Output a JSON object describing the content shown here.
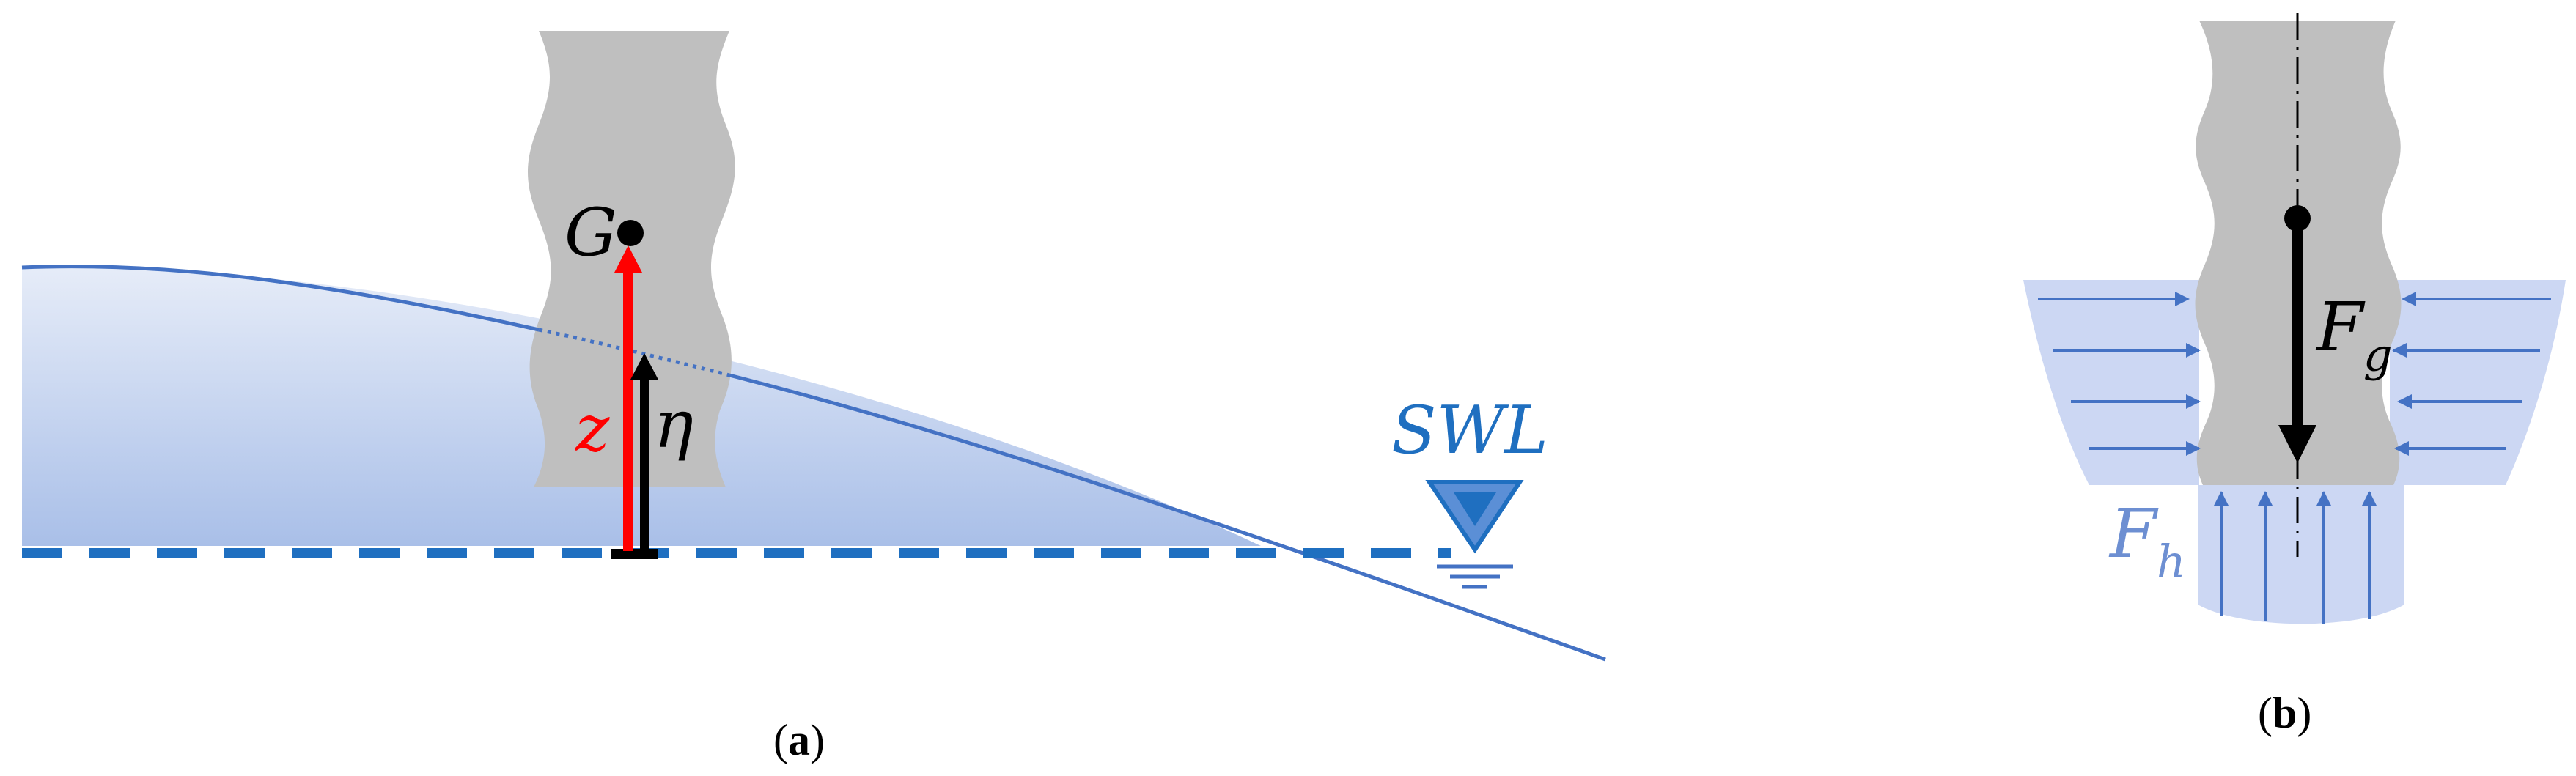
{
  "panel_a": {
    "caption_open": "(",
    "caption_letter": "a",
    "caption_close": ")",
    "label_g": "G",
    "label_z": "z",
    "label_eta": "η",
    "label_swl": "SWL"
  },
  "panel_b": {
    "caption_open": "(",
    "caption_letter": "b",
    "caption_close": ")",
    "label_fg_main": "F",
    "label_fg_sub": "g",
    "label_fh_main": "F",
    "label_fh_sub": "h"
  },
  "colors": {
    "body_gray": "#bfbfbf",
    "water_line": "#4472c4",
    "swl_blue": "#1f6fc0",
    "z_red": "#ff0000",
    "pressure_fill": "#ccd7f3",
    "text_black": "#000000"
  }
}
